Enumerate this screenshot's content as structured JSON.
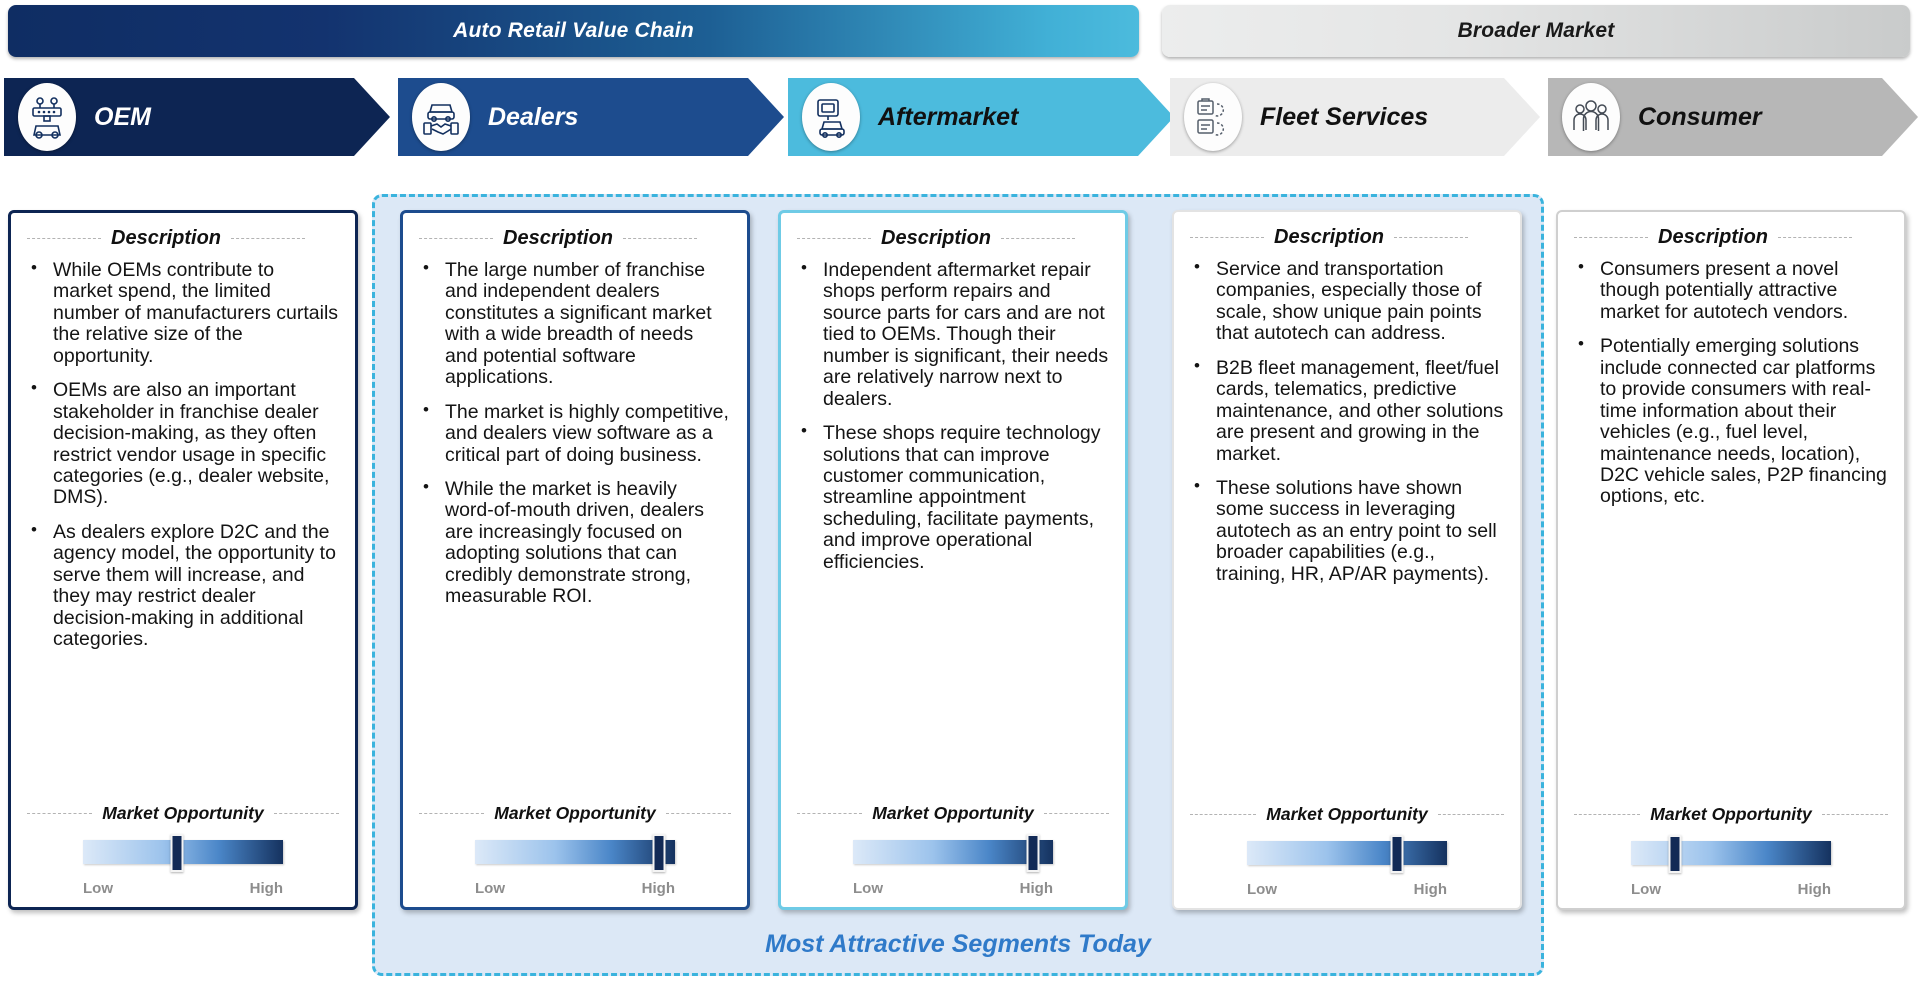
{
  "banners": [
    {
      "id": "value-chain",
      "label": "Auto Retail Value Chain"
    },
    {
      "id": "broader-market",
      "label": "Broader Market"
    }
  ],
  "stages": [
    {
      "id": "oem",
      "label": "OEM",
      "icon": "factory-robot-car-icon"
    },
    {
      "id": "dealers",
      "label": "Dealers",
      "icon": "car-handshake-icon"
    },
    {
      "id": "aftermarket",
      "label": "Aftermarket",
      "icon": "repair-shop-car-icon"
    },
    {
      "id": "fleet",
      "label": "Fleet Services",
      "icon": "fleet-clipboard-truck-icon"
    },
    {
      "id": "consumer",
      "label": "Consumer",
      "icon": "people-group-icon"
    }
  ],
  "section_titles": {
    "description": "Description",
    "market_opportunity": "Market Opportunity"
  },
  "scale_labels": {
    "low": "Low",
    "high": "High"
  },
  "highlight": {
    "label": "Most Attractive Segments Today"
  },
  "cards": [
    {
      "id": "oem",
      "bullets": [
        "While OEMs contribute to market spend, the limited number of manufacturers curtails the relative size of the opportunity.",
        "OEMs are also an important stakeholder in franchise dealer decision-making, as they often restrict vendor usage in specific categories (e.g., dealer website, DMS).",
        "As dealers explore D2C and the agency model, the opportunity to serve them will increase, and they may restrict dealer decision-making in additional categories."
      ],
      "market_opportunity_pct": 47
    },
    {
      "id": "dealers",
      "bullets": [
        "The large number of franchise and independent dealers constitutes a significant market with a wide breadth of needs and potential software applications.",
        "The market is highly competitive, and dealers view software as a critical part of doing business.",
        "While the market is heavily word-of-mouth driven, dealers are increasingly focused on adopting solutions that can credibly demonstrate strong, measurable ROI."
      ],
      "market_opportunity_pct": 92
    },
    {
      "id": "aftermarket",
      "bullets": [
        "Independent aftermarket repair shops perform repairs and source parts for cars and are not tied to OEMs. Though their number is significant, their needs are relatively narrow next to dealers.",
        "These shops require technology solutions that can improve customer communication, streamline appointment scheduling, facilitate payments, and improve operational efficiencies."
      ],
      "market_opportunity_pct": 90
    },
    {
      "id": "fleet",
      "bullets": [
        "Service and transportation companies, especially those of scale, show unique pain points that autotech can address.",
        "B2B fleet management, fleet/fuel cards, telematics, predictive maintenance, and other solutions are present and growing in the market.",
        "These solutions have shown some success in leveraging autotech as an entry point to sell broader capabilities (e.g., training, HR, AP/AR payments)."
      ],
      "market_opportunity_pct": 75
    },
    {
      "id": "consumer",
      "bullets": [
        "Consumers present a novel though potentially attractive market for autotech vendors.",
        "Potentially emerging solutions include connected car platforms to provide consumers with real-time information about their vehicles (e.g., fuel level, maintenance needs, location), D2C vehicle sales, P2P financing options, etc."
      ],
      "market_opportunity_pct": 22
    }
  ],
  "colors": {
    "oem": "#0d2553",
    "dealers": "#1d4c8e",
    "aftermarket": "#4cbbdd",
    "fleet": "#ececec",
    "consumer": "#b7b7b7",
    "highlight_border": "#3ab3dd",
    "highlight_fill": "#dce8f6",
    "highlight_text": "#2f7ac9"
  }
}
